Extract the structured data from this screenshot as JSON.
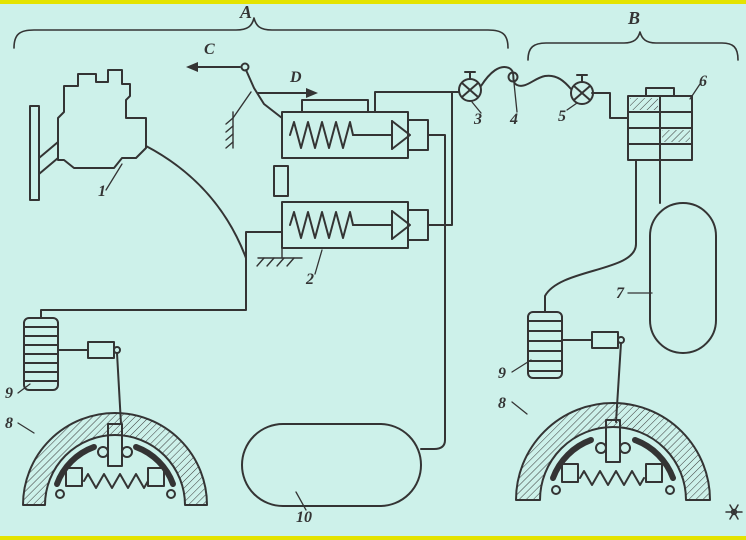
{
  "figure": {
    "background": "#cdf1ea",
    "border_color": "#e4e300",
    "line_color": "#343434"
  },
  "labels": {
    "section_a": "A",
    "section_b": "B",
    "arrow_c": "C",
    "arrow_d": "D"
  },
  "part_numbers": {
    "engine": "1",
    "brake_valve": "2",
    "disconnect_valve_left": "3",
    "hose_coupling": "4",
    "disconnect_valve_right": "5",
    "air_distributor": "6",
    "trailer_reservoir": "7",
    "brake_drum": "8",
    "brake_chamber": "9",
    "main_reservoir": "10"
  },
  "icons": {
    "corner_mark": "snowflake-ornament-icon"
  }
}
